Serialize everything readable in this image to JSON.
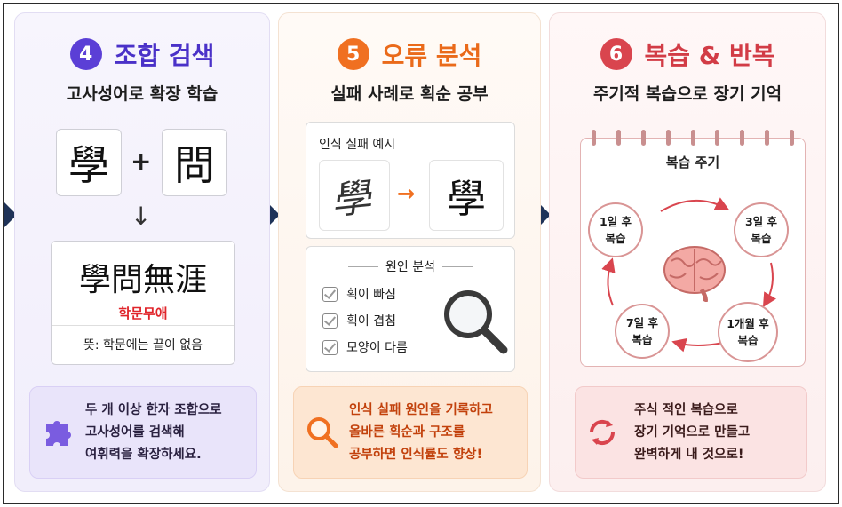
{
  "steps": [
    {
      "number": "4",
      "title": "조합 검색",
      "subtitle": "고사성어로 확장 학습",
      "char_a": "學",
      "plus": "+",
      "char_b": "問",
      "down_arrow": "↓",
      "idiom": "學問無涯",
      "idiom_reading": "학문무애",
      "meaning": "뜻: 학문에는 끝이 없음",
      "tip_lines": [
        "두 개 이상 한자 조합으로",
        "고사성어를 검색해",
        "여휘력을 확장하세요."
      ],
      "tip_icon": "puzzle-icon"
    },
    {
      "number": "5",
      "title": "오류 분석",
      "subtitle": "실패 사례로 획순 공부",
      "example_label": "인식 실패 예시",
      "wrong_char": "學",
      "right_arrow": "→",
      "correct_char": "學",
      "cause_label": "원인 분석",
      "checklist": [
        "획이 빠짐",
        "획이 겹침",
        "모양이 다름"
      ],
      "tip_lines": [
        "인식 실패 원인을 기록하고",
        "올바른 획순과 구조를",
        "공부하면 인식률도 향상!"
      ],
      "tip_icon": "magnifier-icon"
    },
    {
      "number": "6",
      "title": "복습 & 반복",
      "subtitle": "주기적 복습으로 장기 기억",
      "cycle_label": "복습 주기",
      "cycle_nodes": [
        {
          "line1": "1일 후",
          "line2": "복습"
        },
        {
          "line1": "3일 후",
          "line2": "복습"
        },
        {
          "line1": "1개월 후",
          "line2": "복습"
        },
        {
          "line1": "7일 후",
          "line2": "복습"
        }
      ],
      "tip_lines": [
        "주식 적인 복습으로",
        "장기 기억으로 만들고",
        "완벽하게 내 것으로!"
      ],
      "tip_icon": "refresh-cycle-icon"
    }
  ],
  "colors": {
    "step4": "#5b3fd6",
    "step5": "#f07021",
    "step6": "#d9454e",
    "arrow": "#1f3358",
    "reading_red": "#e0252b"
  }
}
